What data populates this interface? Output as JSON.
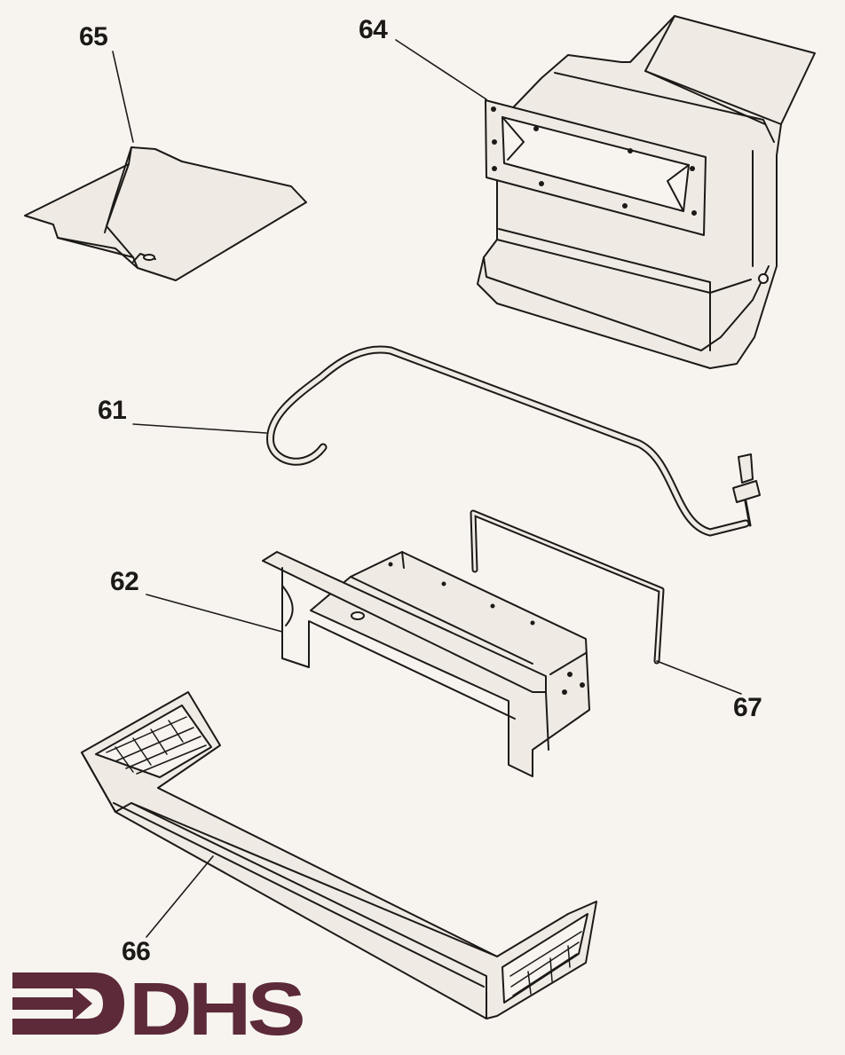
{
  "parts": [
    {
      "id": "65",
      "label": "65",
      "name": "hinged-cover-plate"
    },
    {
      "id": "64",
      "label": "64",
      "name": "air-box-housing"
    },
    {
      "id": "61",
      "label": "61",
      "name": "bent-pipe"
    },
    {
      "id": "62",
      "label": "62",
      "name": "mounting-bracket"
    },
    {
      "id": "67",
      "label": "67",
      "name": "wire-frame"
    },
    {
      "id": "66",
      "label": "66",
      "name": "mesh-tray"
    }
  ],
  "logo": {
    "text": "DHS",
    "color": "#5c2a39",
    "icon": "arrow-logo-icon"
  },
  "colors": {
    "ink": "#1c1a18",
    "paper": "#f7f4ef",
    "fill": "#efebe4"
  }
}
